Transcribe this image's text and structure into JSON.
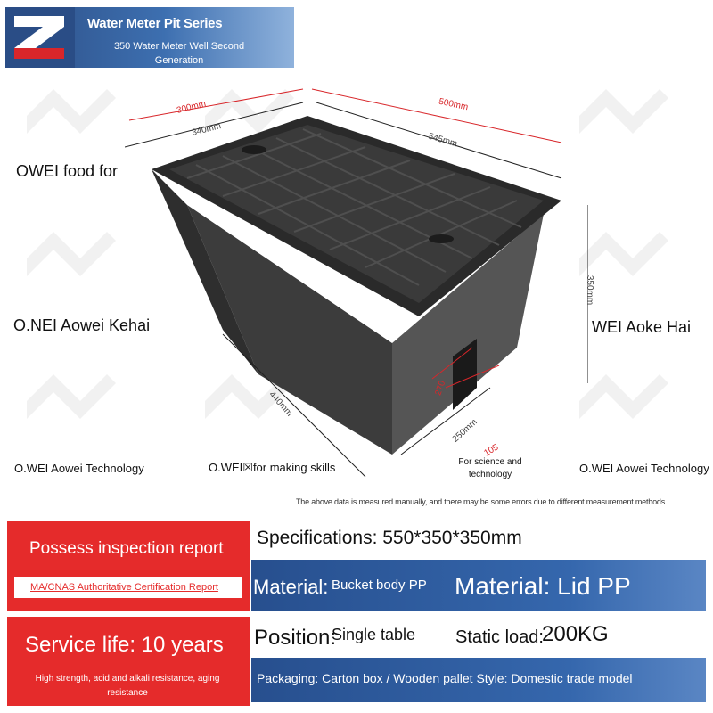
{
  "banner": {
    "title": "Water Meter Pit Series",
    "subtitle": "350 Water Meter Well Second Generation"
  },
  "watermarks": {
    "left_top": "OWEI food for",
    "left_mid": "O.NEI Aowei Kehai",
    "right_mid": "WEI Aoke Hai",
    "left_bottom": "O.WEI Aowei Technology",
    "center_bottom": "O.WEI",
    "center_bottom_suffix": "for making skills",
    "small_center": "For science and technology",
    "right_bottom": "O.WEI Aowei Technology"
  },
  "dimensions": {
    "d300": "300mm",
    "d340": "340mm",
    "d500": "500mm",
    "d545": "545mm",
    "d350": "350mm",
    "d440": "440mm",
    "d270": "270",
    "d250": "250mm",
    "d105": "105"
  },
  "note": "The above data is measured manually, and there may be some errors due to different measurement methods.",
  "cards": {
    "inspection": "Possess inspection report",
    "certification": "MA/CNAS Authoritative Certification Report",
    "service_life": "Service life: 10 years",
    "resistance": "High strength, acid and alkali resistance, aging resistance"
  },
  "specs": {
    "specifications": "Specifications: 550*350*350mm",
    "material_label": "Material:",
    "material_value": "Bucket body PP",
    "material_lid": "Material: Lid PP",
    "position_label": "Position:",
    "position_value": "Single table",
    "static_load_label": "Static load:",
    "static_load_value": "200KG",
    "packaging": "Packaging: Carton box / Wooden pallet Style: Domestic trade model"
  },
  "colors": {
    "accent_red": "#e52b2b",
    "accent_blue": "#2d5a9e",
    "dimension_red": "#d8262a"
  }
}
